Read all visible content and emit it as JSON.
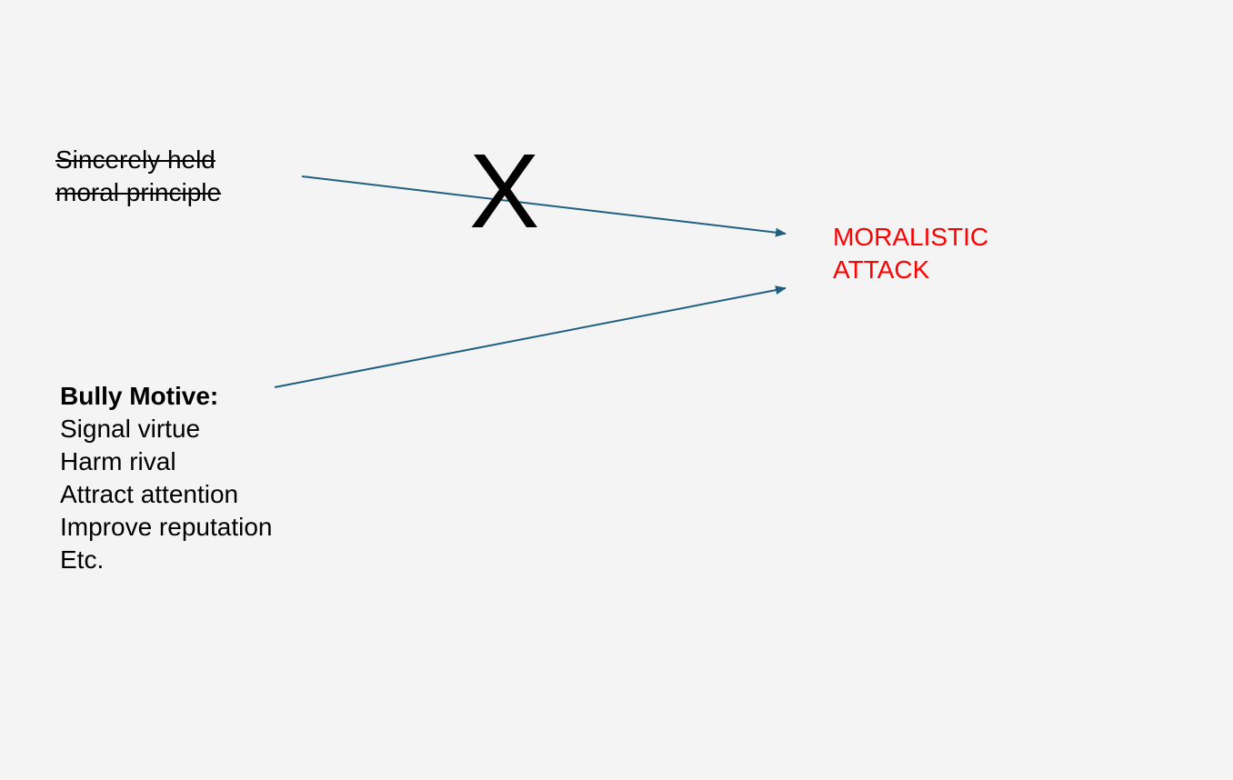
{
  "sincere_motive": {
    "lines": [
      "Sincerely held",
      "moral principle"
    ]
  },
  "x_mark": "X",
  "bully_motive": {
    "heading": "Bully Motive:",
    "items": [
      "Signal virtue",
      "Harm rival",
      "Attract attention",
      "Improve reputation",
      "Etc."
    ]
  },
  "outcome": {
    "lines": [
      "MORALISTIC",
      "ATTACK"
    ]
  },
  "colors": {
    "arrow": "#1f5f7f",
    "outcome_text": "#ff0000",
    "background": "#f4f4f4"
  }
}
